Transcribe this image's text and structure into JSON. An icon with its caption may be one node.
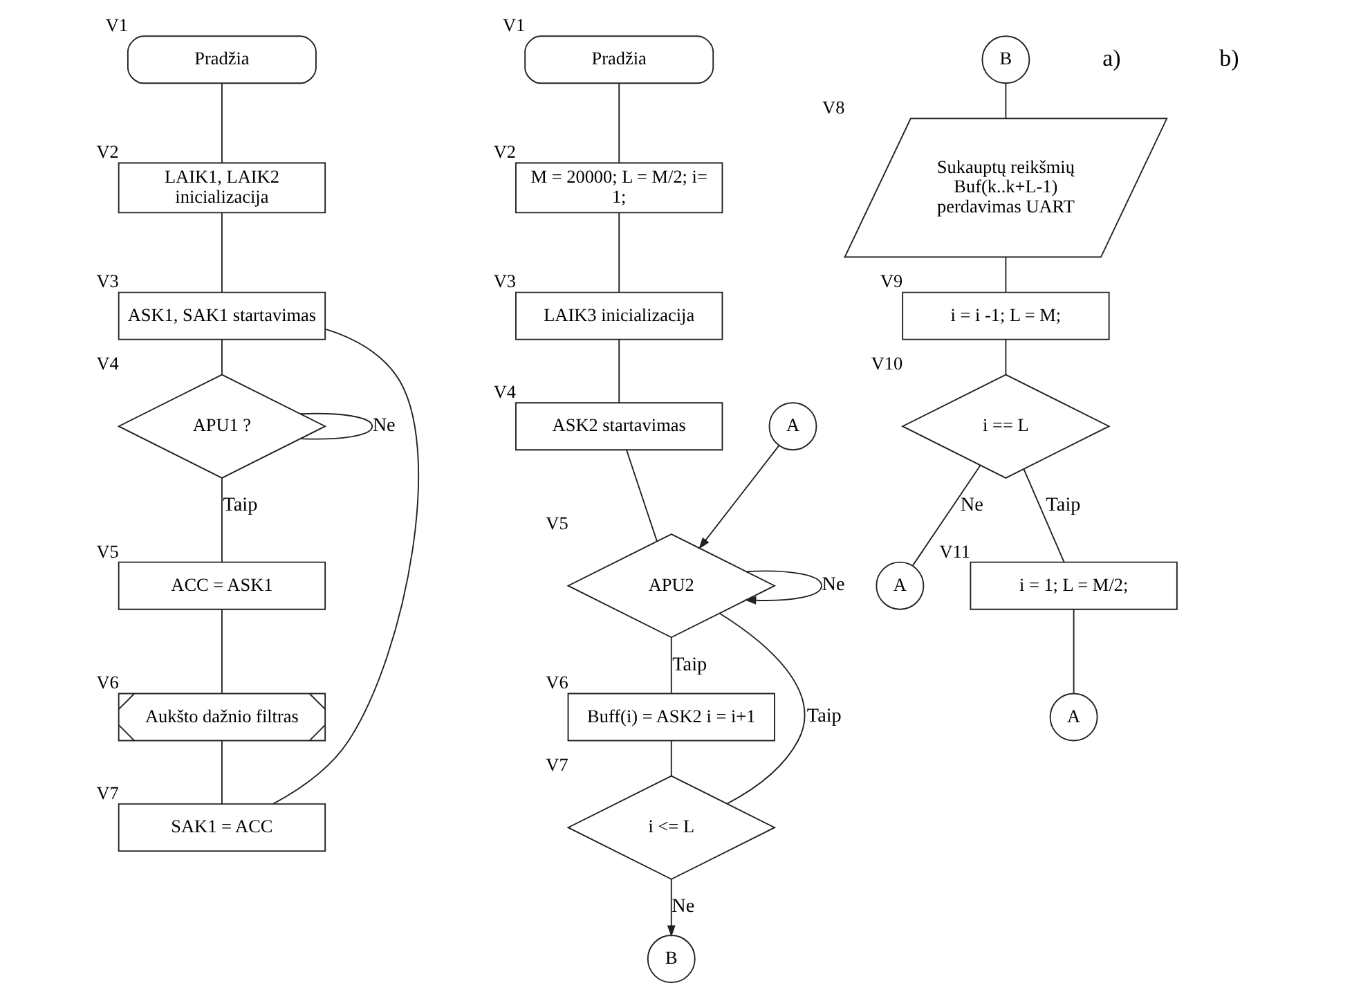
{
  "diagram": {
    "nodes": [
      {
        "text": [
          "Pradžia"
        ],
        "beside": [
          "V1"
        ]
      },
      {
        "text": [
          "LAIK1, LAIK2 inicializacija"
        ],
        "beside": [
          "V2"
        ]
      },
      {
        "text": [
          "ASK1, SAK1 startavimas"
        ],
        "beside": [
          "V3"
        ]
      },
      {
        "text": [
          "APU1 ?"
        ],
        "beside": [
          "V4"
        ]
      },
      {
        "text": [
          "ACC = ASK1"
        ],
        "beside": [
          "V5"
        ]
      },
      {
        "text": [
          "Aukšto dažnio filtras"
        ],
        "beside": [
          "V6"
        ]
      },
      {
        "text": [
          "SAK1 = ACC"
        ],
        "beside": [
          "V7"
        ]
      },
      {
        "text": [
          "Pradžia"
        ],
        "beside": [
          "V1"
        ]
      },
      {
        "text": [
          "M = 20000; L = M/2; i= 1;"
        ],
        "beside": [
          "V2"
        ]
      },
      {
        "text": [
          "LAIK3 inicializacija"
        ],
        "beside": [
          "V3"
        ]
      },
      {
        "text": [
          "ASK2 startavimas"
        ],
        "beside": [
          "V4"
        ]
      },
      {
        "text": [
          "A"
        ]
      },
      {
        "text": [
          "APU2"
        ],
        "beside": [
          "V5"
        ]
      },
      {
        "text": [
          "Buff(i) = ASK2 i = i+1"
        ],
        "beside": [
          "V6"
        ]
      },
      {
        "text": [
          "i <= L"
        ],
        "beside": [
          "V7"
        ]
      },
      {
        "text": [
          "B"
        ]
      },
      {
        "text": [
          "B"
        ]
      },
      {
        "text": [
          "Sukauptų reikšmių Buf(k..k+L-1) perdavimas UART"
        ],
        "beside": [
          "V8"
        ]
      },
      {
        "text": [
          "i = i -1; L = M;"
        ],
        "beside": [
          "V9"
        ]
      },
      {
        "text": [
          "i == L"
        ],
        "beside": [
          "V10"
        ]
      },
      {
        "text": [
          "A"
        ]
      },
      {
        "text": [
          "i = 1; L = M/2;"
        ],
        "beside": [
          "V11"
        ]
      },
      {
        "text": [
          "A"
        ]
      }
    ],
    "edges": [
      {
        "from": 0,
        "to": 1,
        "arrow": "none"
      },
      {
        "from": 1,
        "to": 2,
        "arrow": "none"
      },
      {
        "from": 2,
        "to": 3,
        "arrow": "none"
      },
      {
        "from": 3,
        "to": 3,
        "arrow": "none",
        "label": "Ne"
      },
      {
        "from": 3,
        "to": 4,
        "arrow": "none",
        "label": "Taip"
      },
      {
        "from": 4,
        "to": 5,
        "arrow": "none"
      },
      {
        "from": 5,
        "to": 6,
        "arrow": "none"
      },
      {
        "from": 6,
        "to": 2,
        "arrow": "none"
      },
      {
        "from": 7,
        "to": 8,
        "arrow": "none"
      },
      {
        "from": 8,
        "to": 9,
        "arrow": "none"
      },
      {
        "from": 9,
        "to": 10,
        "arrow": "none"
      },
      {
        "from": 10,
        "to": 12,
        "arrow": "none"
      },
      {
        "from": 11,
        "to": 12,
        "arrow": "to"
      },
      {
        "from": 12,
        "to": 12,
        "arrow": "to",
        "label": "Ne"
      },
      {
        "from": 12,
        "to": 13,
        "arrow": "none",
        "label": "Taip"
      },
      {
        "from": 13,
        "to": 14,
        "arrow": "none"
      },
      {
        "from": 14,
        "to": 12,
        "arrow": "none",
        "label": "Taip"
      },
      {
        "from": 14,
        "to": 15,
        "arrow": "to",
        "label": "Ne"
      },
      {
        "from": 16,
        "to": 17,
        "arrow": "none"
      },
      {
        "from": 17,
        "to": 18,
        "arrow": "none"
      },
      {
        "from": 18,
        "to": 19,
        "arrow": "none"
      },
      {
        "from": 19,
        "to": 20,
        "arrow": "none",
        "label": "Ne"
      },
      {
        "from": 19,
        "to": 21,
        "arrow": "none",
        "label": "Taip"
      },
      {
        "from": 21,
        "to": 22,
        "arrow": "none"
      }
    ],
    "labels": [
      "a)",
      "b)"
    ]
  }
}
